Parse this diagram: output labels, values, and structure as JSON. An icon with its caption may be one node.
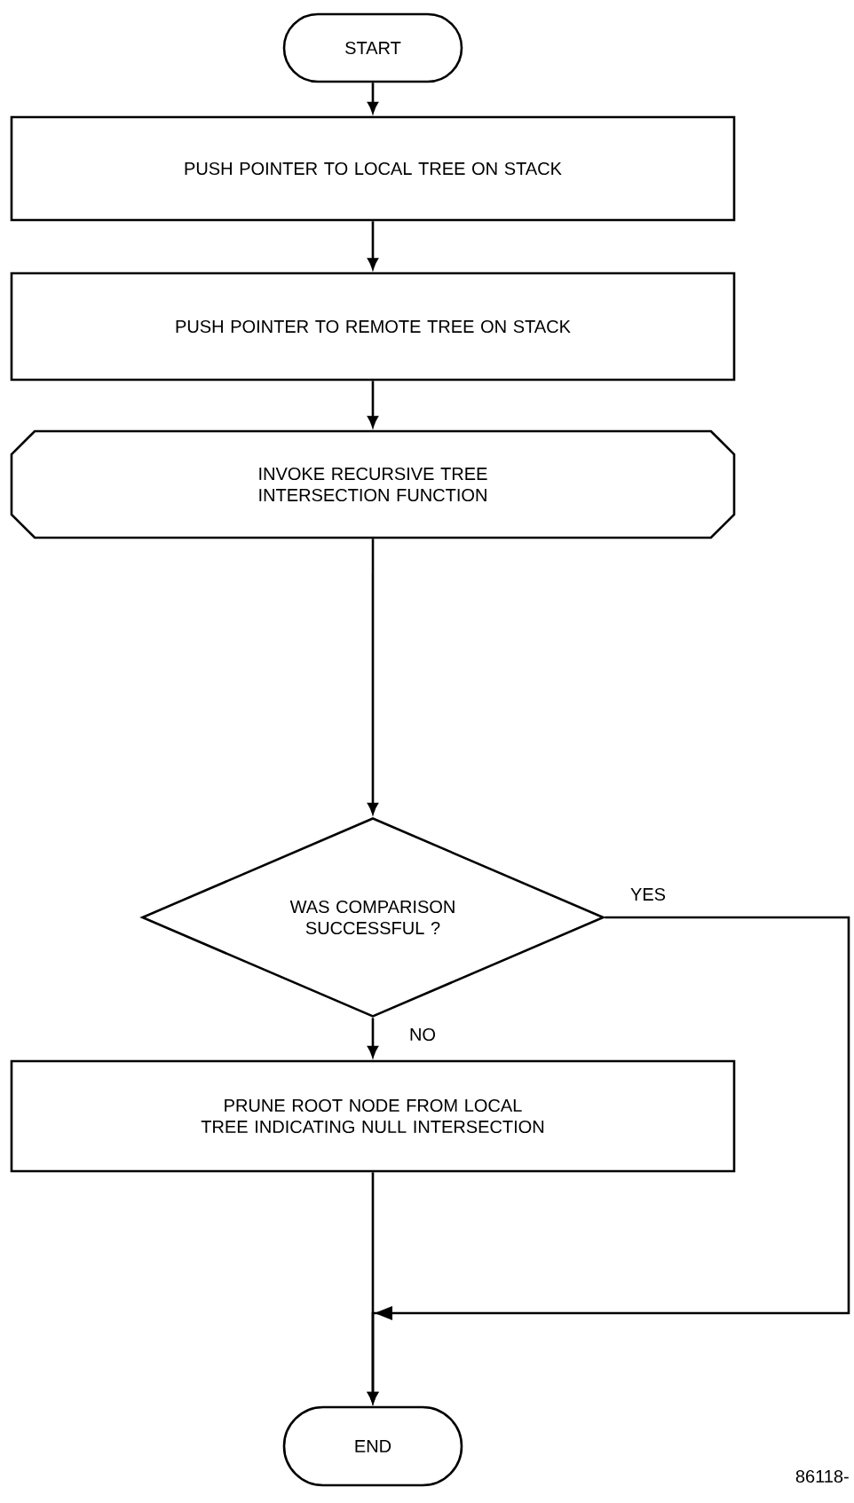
{
  "diagram": {
    "nodes": [
      {
        "text": [
          "START"
        ]
      },
      {
        "text": [
          "PUSH POINTER TO LOCAL TREE ON STACK"
        ]
      },
      {
        "text": [
          "PUSH POINTER TO REMOTE TREE ON STACK"
        ]
      },
      {
        "text": [
          "INVOKE RECURSIVE TREE INTERSECTION FUNCTION"
        ]
      },
      {
        "text": [
          "WAS COMPARISON SUCCESSFUL ?"
        ]
      },
      {
        "text": [
          "PRUNE ROOT NODE FROM LOCAL TREE INDICATING NULL INTERSECTION"
        ]
      },
      {
        "text": [
          "END"
        ]
      }
    ],
    "edges": [
      {
        "from": 0,
        "to": 1,
        "arrow": "to"
      },
      {
        "from": 1,
        "to": 2,
        "arrow": "to"
      },
      {
        "from": 2,
        "to": 3,
        "arrow": "to"
      },
      {
        "from": 3,
        "to": 4,
        "arrow": "to"
      },
      {
        "from": 4,
        "to": 5,
        "arrow": "to",
        "label": "NO"
      },
      {
        "from": 5,
        "to": 6,
        "arrow": "to"
      },
      {
        "from": 4,
        "to": 6,
        "arrow": "to",
        "label": "YES"
      }
    ],
    "labels": [
      "86118-"
    ]
  }
}
